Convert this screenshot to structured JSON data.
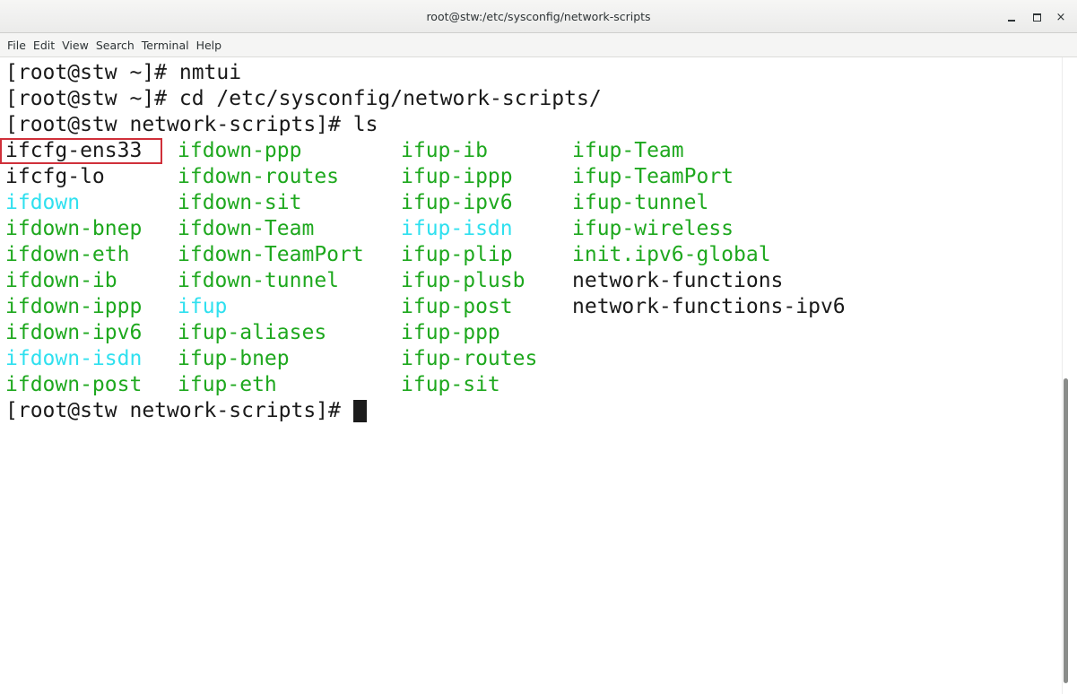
{
  "window": {
    "title": "root@stw:/etc/sysconfig/network-scripts",
    "controls": {
      "minimize": "minimize-icon",
      "maximize": "maximize-icon",
      "close": "×"
    }
  },
  "menu": [
    "File",
    "Edit",
    "View",
    "Search",
    "Terminal",
    "Help"
  ],
  "terminal": {
    "lines": [
      "[root@stw ~]# nmtui",
      "[root@stw ~]# cd /etc/sysconfig/network-scripts/",
      "[root@stw network-scripts]# ls"
    ],
    "listing": [
      [
        {
          "name": "ifcfg-ens33",
          "kind": "plain"
        },
        {
          "name": "ifcfg-lo",
          "kind": "plain"
        },
        {
          "name": "ifdown",
          "kind": "link"
        },
        {
          "name": "ifdown-bnep",
          "kind": "exec"
        },
        {
          "name": "ifdown-eth",
          "kind": "exec"
        },
        {
          "name": "ifdown-ib",
          "kind": "exec"
        },
        {
          "name": "ifdown-ippp",
          "kind": "exec"
        },
        {
          "name": "ifdown-ipv6",
          "kind": "exec"
        },
        {
          "name": "ifdown-isdn",
          "kind": "link"
        },
        {
          "name": "ifdown-post",
          "kind": "exec"
        }
      ],
      [
        {
          "name": "ifdown-ppp",
          "kind": "exec"
        },
        {
          "name": "ifdown-routes",
          "kind": "exec"
        },
        {
          "name": "ifdown-sit",
          "kind": "exec"
        },
        {
          "name": "ifdown-Team",
          "kind": "exec"
        },
        {
          "name": "ifdown-TeamPort",
          "kind": "exec"
        },
        {
          "name": "ifdown-tunnel",
          "kind": "exec"
        },
        {
          "name": "ifup",
          "kind": "link"
        },
        {
          "name": "ifup-aliases",
          "kind": "exec"
        },
        {
          "name": "ifup-bnep",
          "kind": "exec"
        },
        {
          "name": "ifup-eth",
          "kind": "exec"
        }
      ],
      [
        {
          "name": "ifup-ib",
          "kind": "exec"
        },
        {
          "name": "ifup-ippp",
          "kind": "exec"
        },
        {
          "name": "ifup-ipv6",
          "kind": "exec"
        },
        {
          "name": "ifup-isdn",
          "kind": "link"
        },
        {
          "name": "ifup-plip",
          "kind": "exec"
        },
        {
          "name": "ifup-plusb",
          "kind": "exec"
        },
        {
          "name": "ifup-post",
          "kind": "exec"
        },
        {
          "name": "ifup-ppp",
          "kind": "exec"
        },
        {
          "name": "ifup-routes",
          "kind": "exec"
        },
        {
          "name": "ifup-sit",
          "kind": "exec"
        }
      ],
      [
        {
          "name": "ifup-Team",
          "kind": "exec"
        },
        {
          "name": "ifup-TeamPort",
          "kind": "exec"
        },
        {
          "name": "ifup-tunnel",
          "kind": "exec"
        },
        {
          "name": "ifup-wireless",
          "kind": "exec"
        },
        {
          "name": "init.ipv6-global",
          "kind": "exec"
        },
        {
          "name": "network-functions",
          "kind": "plain"
        },
        {
          "name": "network-functions-ipv6",
          "kind": "plain"
        }
      ]
    ],
    "prompt": "[root@stw network-scripts]# ",
    "highlighted_entry": "ifcfg-ens33"
  },
  "colors": {
    "plain": "#1a1a1a",
    "exec": "#1ea81e",
    "link": "#2fe0ef",
    "highlight_box": "#d0303a"
  }
}
